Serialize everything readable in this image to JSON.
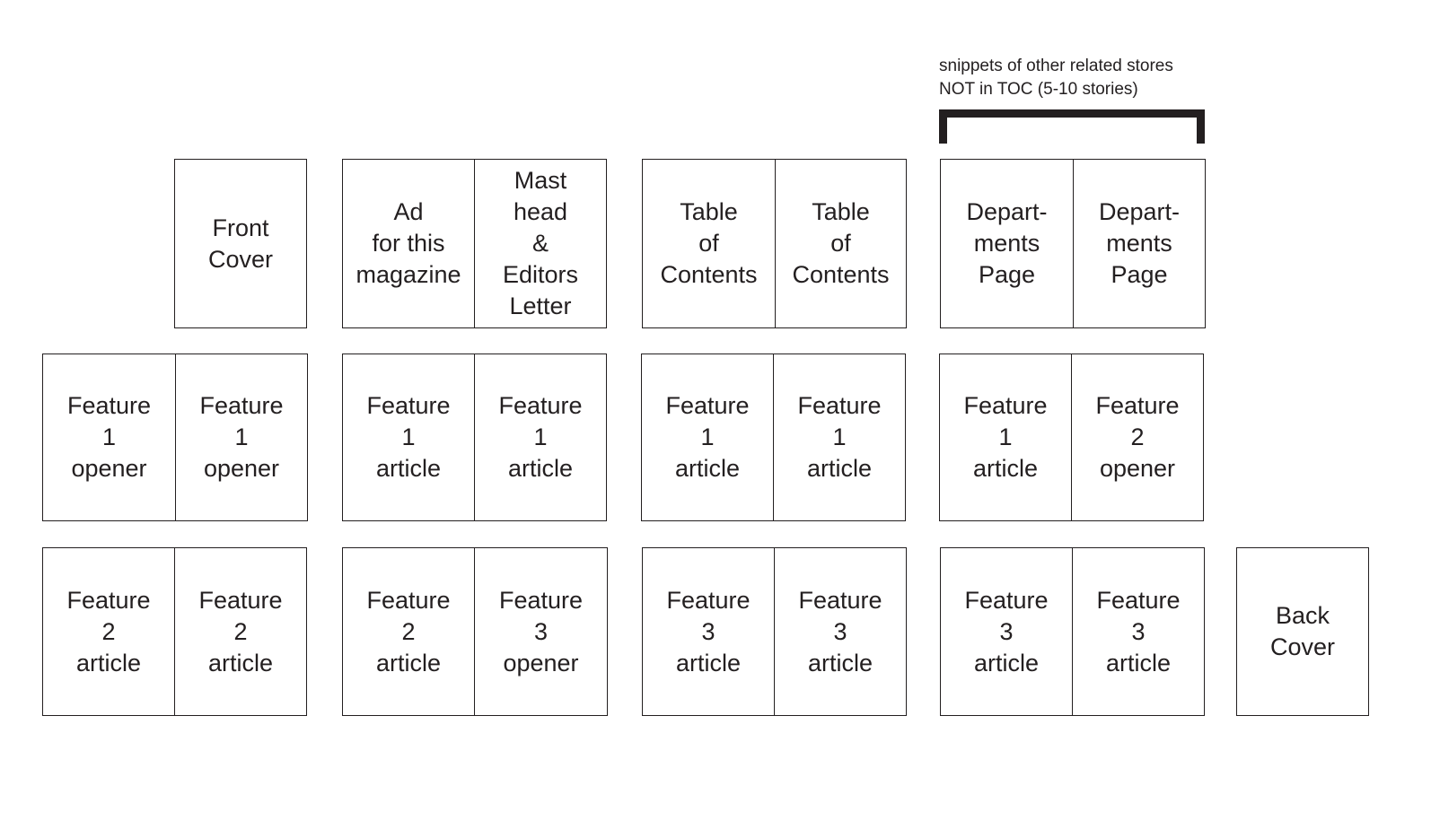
{
  "annotation": {
    "text": "snippets of other related stores\nNOT in TOC (5-10 stories)"
  },
  "pages": {
    "front_cover": "Front\nCover",
    "ad": "Ad\nfor this\nmagazine",
    "masthead": "Mast\nhead\n&\nEditors\nLetter",
    "toc_left": "Table\nof\nContents",
    "toc_right": "Table\nof\nContents",
    "dept_left": "Depart-\nments\nPage",
    "dept_right": "Depart-\nments\nPage",
    "r2_p1": "Feature\n1\nopener",
    "r2_p2": "Feature\n1\nopener",
    "r2_p3": "Feature\n1\narticle",
    "r2_p4": "Feature\n1\narticle",
    "r2_p5": "Feature\n1\narticle",
    "r2_p6": "Feature\n1\narticle",
    "r2_p7": "Feature\n1\narticle",
    "r2_p8": "Feature\n2\nopener",
    "r3_p1": "Feature\n2\narticle",
    "r3_p2": "Feature\n2\narticle",
    "r3_p3": "Feature\n2\narticle",
    "r3_p4": "Feature\n3\nopener",
    "r3_p5": "Feature\n3\narticle",
    "r3_p6": "Feature\n3\narticle",
    "r3_p7": "Feature\n3\narticle",
    "r3_p8": "Feature\n3\narticle",
    "back_cover": "Back\nCover"
  }
}
